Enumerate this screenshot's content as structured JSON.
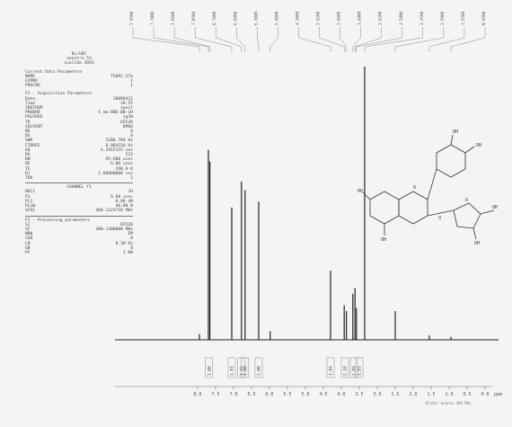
{
  "document": {
    "title_lines": [
      "DL/UDC",
      "sonstra 53",
      "ssolida 3693"
    ],
    "current_params_title": "Current Data Parameters",
    "current_params": [
      [
        "NAME",
        "TS092_57a"
      ],
      [
        "EXPNO",
        "1"
      ],
      [
        "PROCNO",
        "1"
      ]
    ],
    "acq_title": "F2 - Acquisition Parameters",
    "acq_params": [
      [
        "Date_",
        "20090421"
      ],
      [
        "Time",
        "18.55"
      ],
      [
        "INSTRUM",
        "spect"
      ],
      [
        "PROBHD",
        "5 mm BBO BB-1H"
      ],
      [
        "PULPROG",
        "zg30"
      ],
      [
        "TD",
        "65536"
      ],
      [
        "SOLVENT",
        "DMSO"
      ],
      [
        "NS",
        "8"
      ],
      [
        "DS",
        "0"
      ],
      [
        "SWH",
        "5208.784 Hz"
      ],
      [
        "FIDRES",
        "0.064210 Hz"
      ],
      [
        "AQ",
        "6.2915115 sec"
      ],
      [
        "RG",
        "512"
      ],
      [
        "DW",
        "95.600 usec"
      ],
      [
        "DE",
        "6.00 usec"
      ],
      [
        "TE",
        "298.0 K"
      ],
      [
        "D1",
        "1.00000000 sec"
      ],
      [
        "TD0",
        "1"
      ]
    ],
    "channel_title": "CHANNEL f1",
    "channel_params": [
      [
        "NUC1",
        "1H"
      ],
      [
        "P1",
        "8.80 usec"
      ],
      [
        "PL1",
        "0.00 dB"
      ],
      [
        "PL1W",
        "40.00 W"
      ],
      [
        "SFO1",
        "400.1324710 MHz"
      ]
    ],
    "proc_title": "F2 - Processing parameters",
    "proc_params": [
      [
        "SI",
        "65536"
      ],
      [
        "SF",
        "400.1300000 MHz"
      ],
      [
        "WDW",
        "EM"
      ],
      [
        "SSB",
        "0"
      ],
      [
        "LB",
        "0.30 Hz"
      ],
      [
        "GB",
        "0"
      ],
      [
        "PC",
        "1.00"
      ]
    ],
    "ppm_axis_label": "ppm",
    "footer_text": "Bruker Avance 400 MHz"
  },
  "chart_data": {
    "type": "line",
    "title": "",
    "xlabel": "ppm",
    "ylabel": "",
    "xlim": [
      10.0,
      0.0
    ],
    "ylim": [
      0,
      1
    ],
    "x_ticks": [
      "8.0",
      "7.5",
      "7.0",
      "6.5",
      "6.0",
      "5.5",
      "5.0",
      "4.5",
      "4.0",
      "3.5",
      "3.0",
      "2.5",
      "2.0",
      "1.5",
      "1.0",
      "0.5",
      "0.0"
    ],
    "peaks": [
      {
        "ppm": 7.95,
        "height": 0.02
      },
      {
        "ppm": 7.7,
        "height": 0.66
      },
      {
        "ppm": 7.66,
        "height": 0.62
      },
      {
        "ppm": 7.05,
        "height": 0.46
      },
      {
        "ppm": 6.78,
        "height": 0.55
      },
      {
        "ppm": 6.68,
        "height": 0.52
      },
      {
        "ppm": 6.3,
        "height": 0.48
      },
      {
        "ppm": 5.98,
        "height": 0.03
      },
      {
        "ppm": 4.3,
        "height": 0.24
      },
      {
        "ppm": 3.92,
        "height": 0.12
      },
      {
        "ppm": 3.86,
        "height": 0.1
      },
      {
        "ppm": 3.68,
        "height": 0.16
      },
      {
        "ppm": 3.62,
        "height": 0.18
      },
      {
        "ppm": 3.58,
        "height": 0.11
      },
      {
        "ppm": 3.35,
        "height": 0.95
      },
      {
        "ppm": 2.5,
        "height": 0.1
      },
      {
        "ppm": 1.55,
        "height": 0.015
      },
      {
        "ppm": 0.95,
        "height": 0.01
      }
    ],
    "integrals": [
      {
        "ppm": 7.68,
        "value": "1.00"
      },
      {
        "ppm": 7.05,
        "value": "1.01"
      },
      {
        "ppm": 6.78,
        "value": "1.02"
      },
      {
        "ppm": 6.68,
        "value": "1.00"
      },
      {
        "ppm": 6.3,
        "value": "1.00"
      },
      {
        "ppm": 4.3,
        "value": "1.04"
      },
      {
        "ppm": 3.9,
        "value": "2.10"
      },
      {
        "ppm": 3.65,
        "value": "2.09"
      },
      {
        "ppm": 3.5,
        "value": "1.03"
      }
    ],
    "grid": false,
    "legend": "none"
  },
  "structure": {
    "name": "structure-diagram",
    "atom_labels": [
      {
        "label": "OH",
        "at": "c4prime"
      },
      {
        "label": "OH",
        "at": "c3prime"
      },
      {
        "label": "HO",
        "at": "c7"
      },
      {
        "label": "O",
        "at": "o1"
      },
      {
        "label": "OH",
        "at": "c5"
      },
      {
        "label": "O",
        "at": "glyco_o"
      },
      {
        "label": "O",
        "at": "ring_o"
      },
      {
        "label": "OH",
        "at": "sugar_c5"
      },
      {
        "label": "OH",
        "at": "sugar_c2"
      }
    ]
  }
}
